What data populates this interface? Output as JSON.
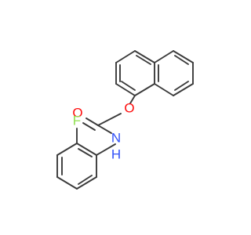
{
  "molecule": {
    "atoms": {
      "oxygen_ester": {
        "label": "O",
        "color": "#ff0d0d"
      },
      "oxygen_carbonyl": {
        "label": "O",
        "color": "#ff0d0d"
      },
      "nitrogen": {
        "label": "N",
        "color": "#3050f8"
      },
      "hydrogen": {
        "label": "H",
        "color": "#3050f8"
      },
      "fluorine": {
        "label": "F",
        "color": "#90e050"
      }
    },
    "bond_color": "#3a3a3a"
  }
}
